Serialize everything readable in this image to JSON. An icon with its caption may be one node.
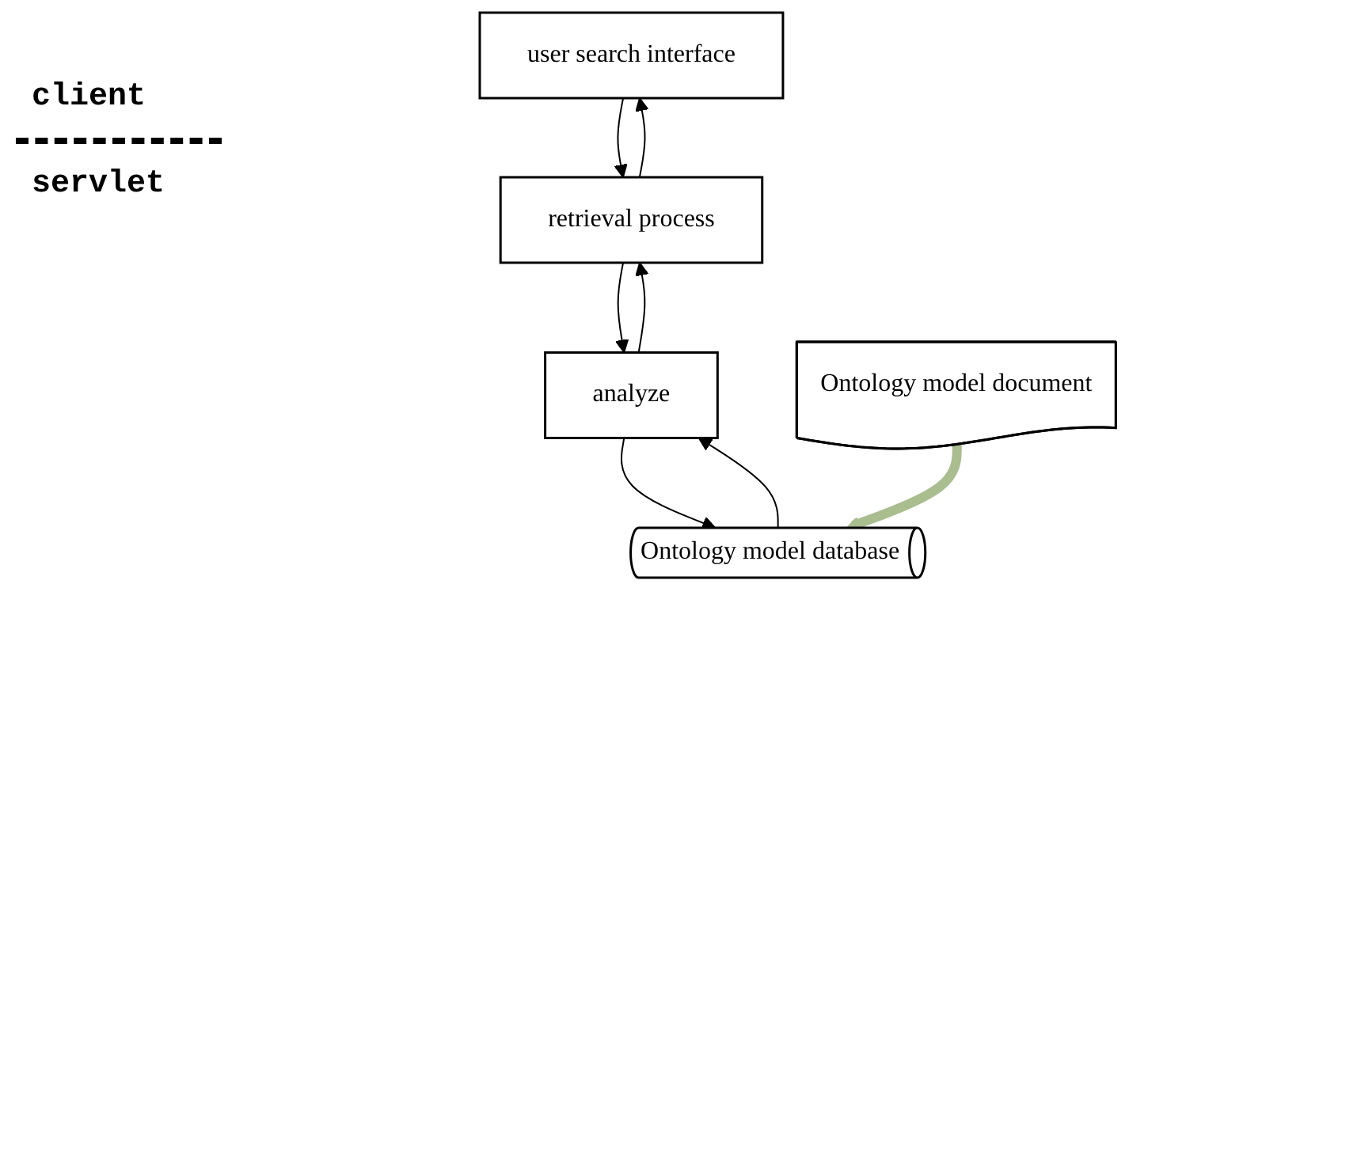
{
  "diagram": {
    "nodes": [
      {
        "text": [
          "user search interface"
        ]
      },
      {
        "text": [
          "retrieval process"
        ]
      },
      {
        "text": [
          "analyze"
        ]
      },
      {
        "text": [
          "Ontology model database"
        ]
      },
      {
        "text": [
          "Ontology model document"
        ]
      }
    ],
    "edges": [
      {
        "from": 0,
        "to": 1,
        "arrow": "to"
      },
      {
        "from": 1,
        "to": 0,
        "arrow": "to"
      },
      {
        "from": 1,
        "to": 2,
        "arrow": "to"
      },
      {
        "from": 2,
        "to": 1,
        "arrow": "to"
      },
      {
        "from": 2,
        "to": 3,
        "arrow": "to"
      },
      {
        "from": 3,
        "to": 2,
        "arrow": "to"
      },
      {
        "from": 4,
        "to": 3,
        "arrow": "to",
        "style": "thick",
        "color": "#a9bd8f"
      }
    ],
    "labels": [
      "client",
      "servlet"
    ]
  }
}
